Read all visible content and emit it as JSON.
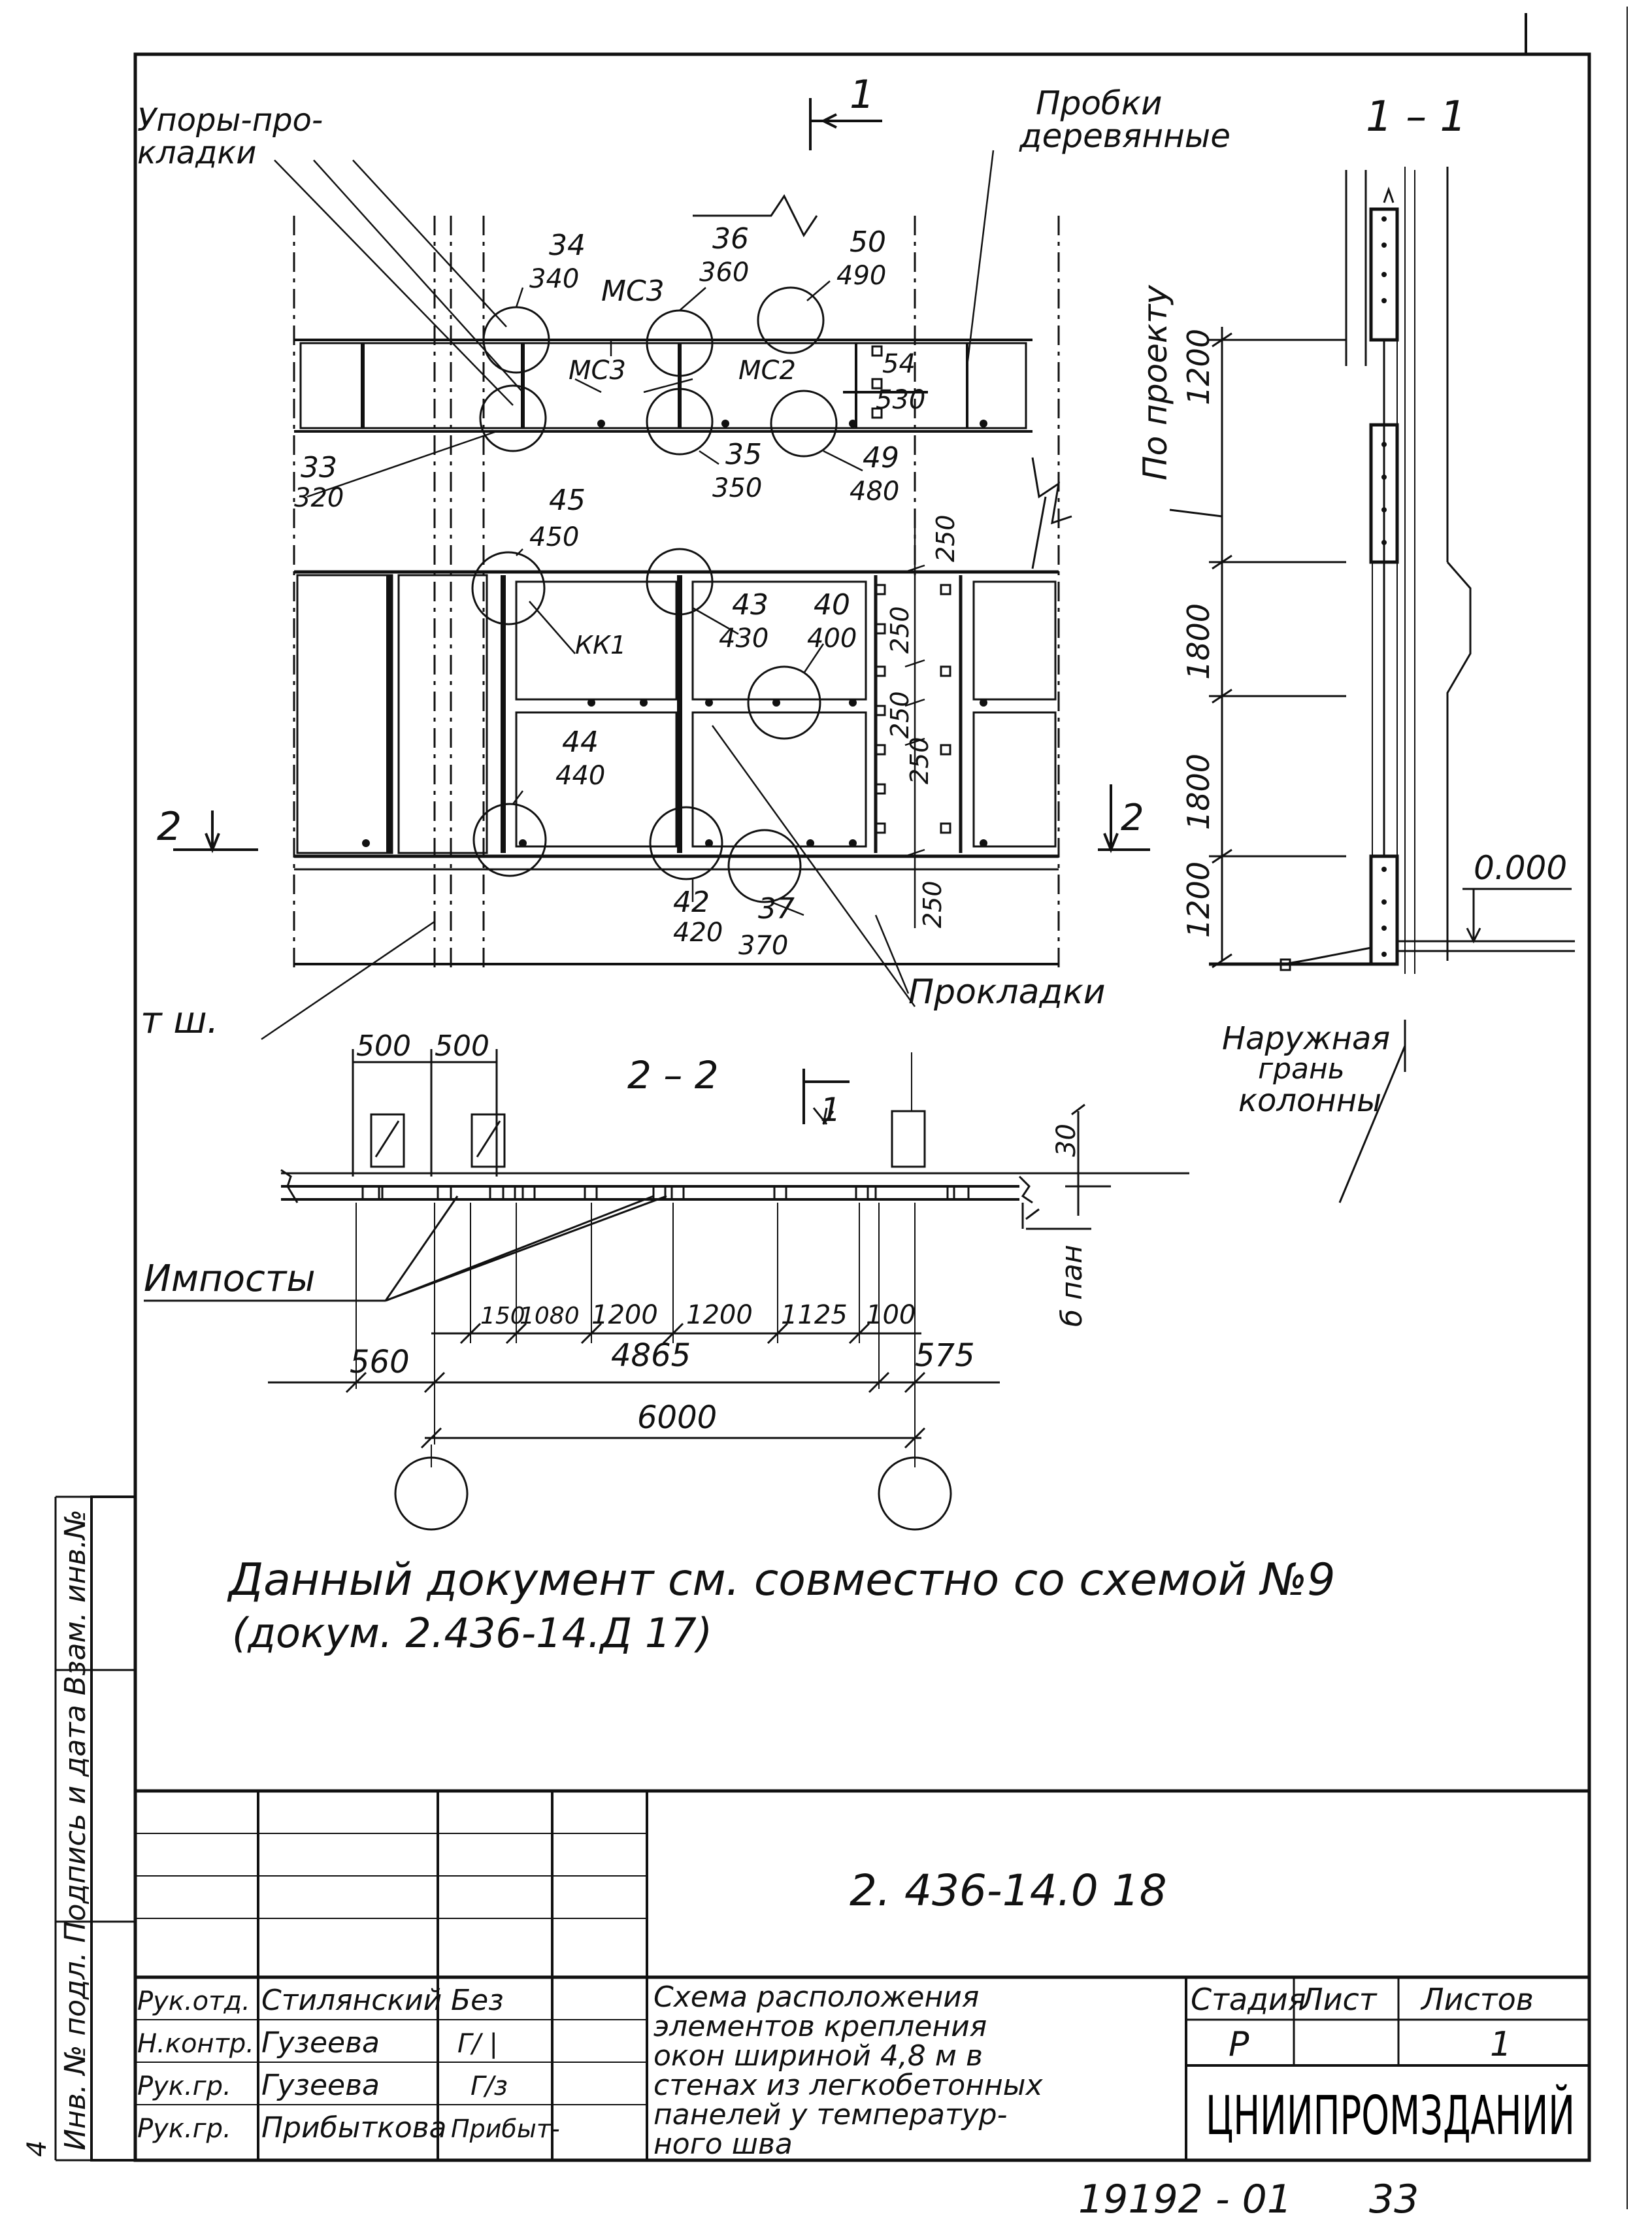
{
  "drawing": {
    "labels": {
      "upory": [
        "Упоры-про-",
        "кладки"
      ],
      "probki": [
        "Пробки",
        "деревянные"
      ],
      "po_proektu": "По проекту",
      "prokladki": "Прокладки",
      "naruzhnaya": [
        "Наружная",
        "грань",
        "колонны"
      ],
      "impost": "Импосты",
      "t_sh": "т ш.",
      "b_pan": "б пан",
      "mc3_top": "МС3",
      "mc3_mid": "МС3",
      "mc2": "МС2",
      "kk1": "КК1"
    },
    "sections": {
      "s11": "1 – 1",
      "s22": "2 – 2",
      "mark1_top": "1",
      "mark1_bottom": "1",
      "mark2_left": "2",
      "mark2_right": "2"
    },
    "callouts": [
      {
        "num": "34",
        "sub": "340"
      },
      {
        "num": "36",
        "sub": "360"
      },
      {
        "num": "50",
        "sub": "490"
      },
      {
        "num": "54",
        "sub": "530"
      },
      {
        "num": "33",
        "sub": "320"
      },
      {
        "num": "35",
        "sub": "350"
      },
      {
        "num": "49",
        "sub": "480"
      },
      {
        "num": "45",
        "sub": "450"
      },
      {
        "num": "43",
        "sub": "430"
      },
      {
        "num": "40",
        "sub": "400"
      },
      {
        "num": "44",
        "sub": "440"
      },
      {
        "num": "42",
        "sub": "420"
      },
      {
        "num": "37",
        "sub": "370"
      }
    ],
    "dims": {
      "v1200a": "1200",
      "v1800a": "1800",
      "v1800b": "1800",
      "v1200b": "1200",
      "v250a": "250",
      "v250b": "250",
      "v250c": "250",
      "v250d": "250",
      "v250e": "250",
      "elev": "0.000",
      "h500a": "500",
      "h500b": "500",
      "h30": "30",
      "h150": "150",
      "h1080": "1080",
      "h1200a": "1200",
      "h1200b": "1200",
      "h1125": "1125",
      "h100": "100",
      "h560": "560",
      "h4865": "4865",
      "h575": "575",
      "h6000": "6000"
    },
    "note": [
      "Данный документ см. совместно со схемой №9",
      "(докум. 2.436-14.Д 17)"
    ],
    "side_stamp": "Инв. № подл.  Подпись и дата  Взам. инв.№"
  },
  "title_block": {
    "code": "2. 436-14.0 18",
    "rows": [
      {
        "role": "Рук.отд.",
        "name": "Стилянский",
        "sign": "Без"
      },
      {
        "role": "Н.контр.",
        "name": "Гузеева",
        "sign": "Г/ |"
      },
      {
        "role": "Рук.гр.",
        "name": "Гузеева",
        "sign": "Г/з"
      },
      {
        "role": "Рук.гр.",
        "name": "Прибыткова",
        "sign": "Прибыт-"
      }
    ],
    "description": [
      "Схема расположения",
      "элементов крепления",
      "окон шириной 4,8 м в",
      "стенах из легкобетонных",
      "панелей у температур-",
      "ного шва"
    ],
    "stage_header": "Стадия",
    "sheet_header": "Лист",
    "sheets_header": "Листов",
    "stage": "Р",
    "sheet": "",
    "sheets": "1",
    "org": "ЦНИИПРОМЗДАНИЙ",
    "bottom_code": "19192 - 01",
    "page_num": "33",
    "corner_mark": "4"
  }
}
